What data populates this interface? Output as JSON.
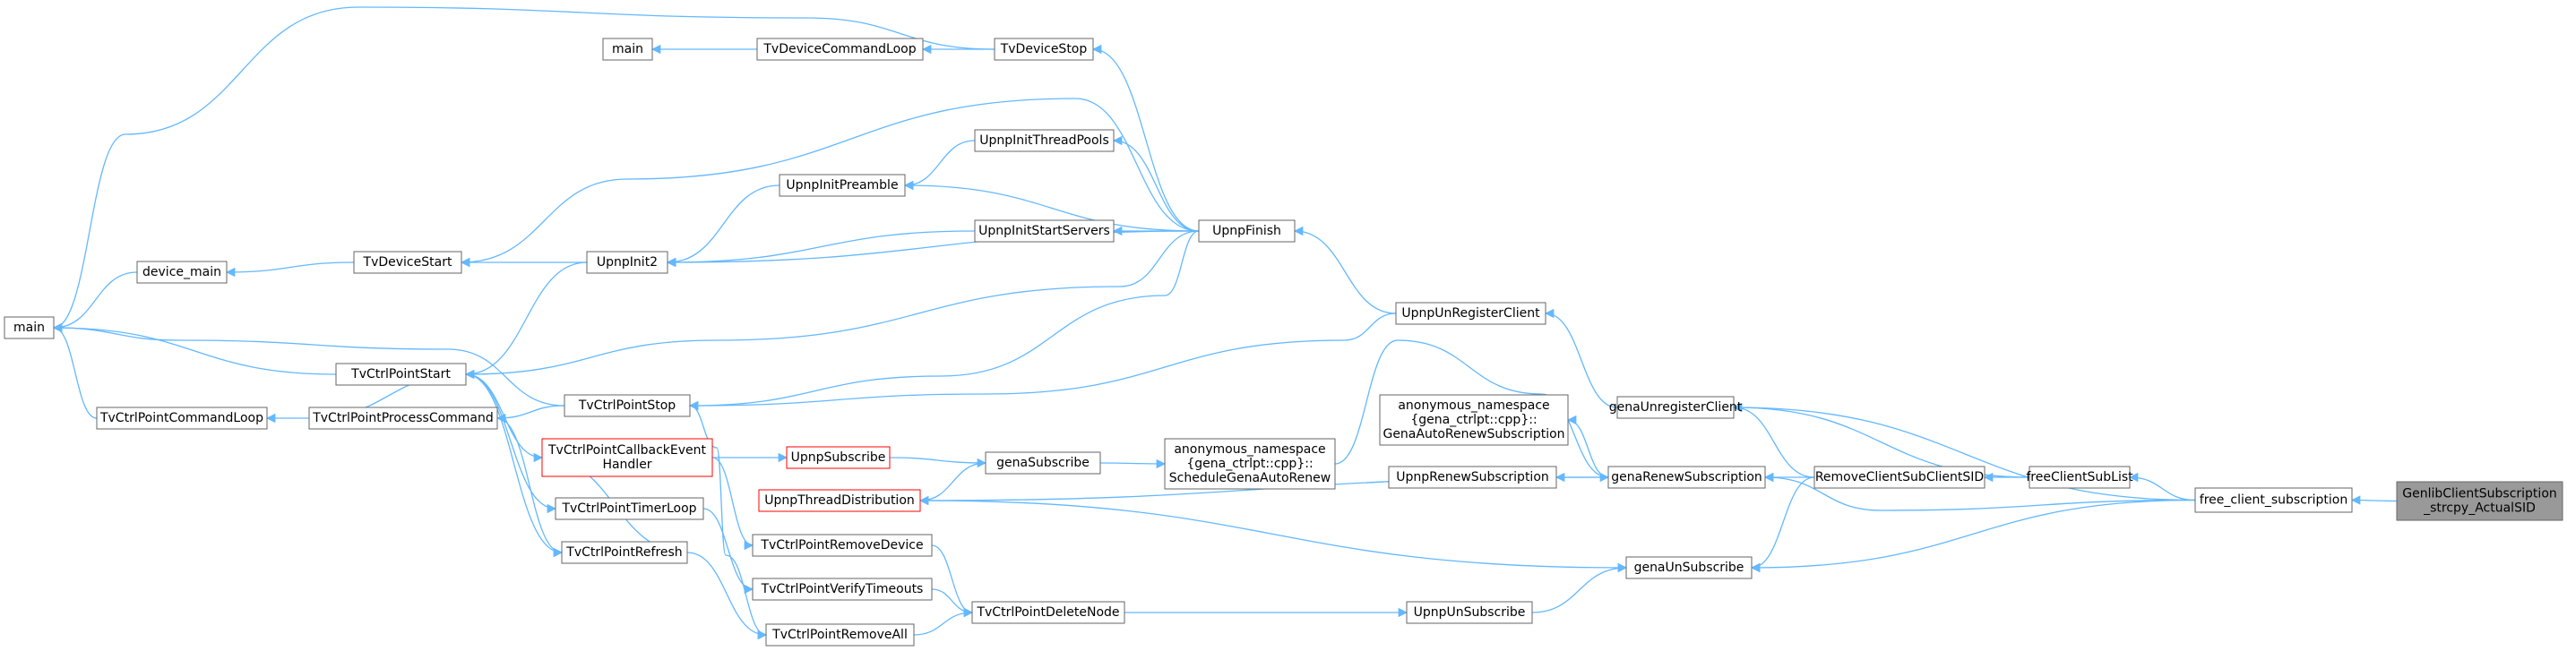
{
  "graph": {
    "type": "call-graph",
    "direction": "right-to-left",
    "colors": {
      "edge": "#63b8ff",
      "node_border": "#666666",
      "node_fill": "#ffffff",
      "highlight_border": "#ff0000",
      "root_fill": "#999999",
      "text": "#000000"
    },
    "nodes": [
      {
        "id": "root",
        "lines": [
          "GenlibClientSubscription",
          "_strcpy_ActualSID"
        ],
        "style": "root"
      },
      {
        "id": "free_client_subscription",
        "lines": [
          "free_client_subscription"
        ]
      },
      {
        "id": "freeClientSubList",
        "lines": [
          "freeClientSubList"
        ]
      },
      {
        "id": "RemoveClientSubClientSID",
        "lines": [
          "RemoveClientSubClientSID"
        ]
      },
      {
        "id": "genaUnregisterClient",
        "lines": [
          "genaUnregisterClient"
        ]
      },
      {
        "id": "genaRenewSubscription",
        "lines": [
          "genaRenewSubscription"
        ]
      },
      {
        "id": "genaUnSubscribe",
        "lines": [
          "genaUnSubscribe"
        ]
      },
      {
        "id": "UpnpUnRegisterClient",
        "lines": [
          "UpnpUnRegisterClient"
        ]
      },
      {
        "id": "UpnpFinish",
        "lines": [
          "UpnpFinish"
        ]
      },
      {
        "id": "TvDeviceStop",
        "lines": [
          "TvDeviceStop"
        ]
      },
      {
        "id": "TvDeviceCommandLoop",
        "lines": [
          "TvDeviceCommandLoop"
        ]
      },
      {
        "id": "main_top",
        "lines": [
          "main"
        ]
      },
      {
        "id": "UpnpInitThreadPools",
        "lines": [
          "UpnpInitThreadPools"
        ]
      },
      {
        "id": "UpnpInitPreamble",
        "lines": [
          "UpnpInitPreamble"
        ]
      },
      {
        "id": "UpnpInitStartServers",
        "lines": [
          "UpnpInitStartServers"
        ]
      },
      {
        "id": "UpnpInit2",
        "lines": [
          "UpnpInit2"
        ]
      },
      {
        "id": "TvDeviceStart",
        "lines": [
          "TvDeviceStart"
        ]
      },
      {
        "id": "device_main",
        "lines": [
          "device_main"
        ]
      },
      {
        "id": "main_left",
        "lines": [
          "main"
        ]
      },
      {
        "id": "TvCtrlPointStart",
        "lines": [
          "TvCtrlPointStart"
        ]
      },
      {
        "id": "TvCtrlPointStop",
        "lines": [
          "TvCtrlPointStop"
        ]
      },
      {
        "id": "TvCtrlPointProcessCommand",
        "lines": [
          "TvCtrlPointProcessCommand"
        ]
      },
      {
        "id": "TvCtrlPointCommandLoop",
        "lines": [
          "TvCtrlPointCommandLoop"
        ]
      },
      {
        "id": "ScheduleGenaAutoRenew",
        "lines": [
          "anonymous_namespace",
          "{gena_ctrlpt::cpp}::",
          "ScheduleGenaAutoRenew"
        ]
      },
      {
        "id": "GenaAutoRenewSubscription",
        "lines": [
          "anonymous_namespace",
          "{gena_ctrlpt::cpp}::",
          "GenaAutoRenewSubscription"
        ]
      },
      {
        "id": "UpnpRenewSubscription",
        "lines": [
          "UpnpRenewSubscription"
        ]
      },
      {
        "id": "genaSubscribe",
        "lines": [
          "genaSubscribe"
        ]
      },
      {
        "id": "UpnpSubscribe",
        "lines": [
          "UpnpSubscribe"
        ],
        "style": "highlight"
      },
      {
        "id": "TvCtrlPointCallbackEventHandler",
        "lines": [
          "TvCtrlPointCallbackEvent",
          "Handler"
        ],
        "style": "highlight"
      },
      {
        "id": "UpnpThreadDistribution",
        "lines": [
          "UpnpThreadDistribution"
        ],
        "style": "highlight"
      },
      {
        "id": "TvCtrlPointTimerLoop",
        "lines": [
          "TvCtrlPointTimerLoop"
        ]
      },
      {
        "id": "TvCtrlPointRefresh",
        "lines": [
          "TvCtrlPointRefresh"
        ]
      },
      {
        "id": "TvCtrlPointRemoveDevice",
        "lines": [
          "TvCtrlPointRemoveDevice"
        ]
      },
      {
        "id": "TvCtrlPointVerifyTimeouts",
        "lines": [
          "TvCtrlPointVerifyTimeouts"
        ]
      },
      {
        "id": "TvCtrlPointDeleteNode",
        "lines": [
          "TvCtrlPointDeleteNode"
        ]
      },
      {
        "id": "TvCtrlPointRemoveAll",
        "lines": [
          "TvCtrlPointRemoveAll"
        ]
      },
      {
        "id": "UpnpUnSubscribe",
        "lines": [
          "UpnpUnSubscribe"
        ]
      }
    ],
    "edges": [
      {
        "from": "free_client_subscription",
        "to": "root"
      },
      {
        "from": "freeClientSubList",
        "to": "free_client_subscription"
      },
      {
        "from": "genaUnregisterClient",
        "to": "free_client_subscription"
      },
      {
        "from": "genaRenewSubscription",
        "to": "free_client_subscription"
      },
      {
        "from": "genaUnSubscribe",
        "to": "free_client_subscription"
      },
      {
        "from": "RemoveClientSubClientSID",
        "to": "freeClientSubList"
      },
      {
        "from": "genaUnregisterClient",
        "to": "freeClientSubList"
      },
      {
        "from": "genaUnregisterClient",
        "to": "RemoveClientSubClientSID"
      },
      {
        "from": "genaRenewSubscription",
        "to": "RemoveClientSubClientSID"
      },
      {
        "from": "genaUnSubscribe",
        "to": "RemoveClientSubClientSID"
      },
      {
        "from": "UpnpUnRegisterClient",
        "to": "genaUnregisterClient"
      },
      {
        "from": "UpnpFinish",
        "to": "UpnpUnRegisterClient"
      },
      {
        "from": "TvDeviceStop",
        "to": "UpnpFinish"
      },
      {
        "from": "UpnpInitThreadPools",
        "to": "UpnpFinish"
      },
      {
        "from": "UpnpInitPreamble",
        "to": "UpnpFinish"
      },
      {
        "from": "UpnpInitStartServers",
        "to": "UpnpFinish"
      },
      {
        "from": "UpnpInit2",
        "to": "UpnpFinish"
      },
      {
        "from": "TvDeviceStart",
        "to": "UpnpFinish"
      },
      {
        "from": "TvCtrlPointStart",
        "to": "UpnpFinish"
      },
      {
        "from": "TvCtrlPointStop",
        "to": "UpnpFinish"
      },
      {
        "from": "TvDeviceCommandLoop",
        "to": "TvDeviceStop"
      },
      {
        "from": "main_left",
        "to": "TvDeviceStop"
      },
      {
        "from": "main_top",
        "to": "TvDeviceCommandLoop"
      },
      {
        "from": "UpnpInitPreamble",
        "to": "UpnpInitThreadPools"
      },
      {
        "from": "UpnpInit2",
        "to": "UpnpInitPreamble"
      },
      {
        "from": "UpnpInit2",
        "to": "UpnpInitStartServers"
      },
      {
        "from": "TvDeviceStart",
        "to": "UpnpInit2"
      },
      {
        "from": "TvCtrlPointStart",
        "to": "UpnpInit2"
      },
      {
        "from": "device_main",
        "to": "TvDeviceStart"
      },
      {
        "from": "main_left",
        "to": "device_main"
      },
      {
        "from": "main_left",
        "to": "TvCtrlPointStart"
      },
      {
        "from": "main_left",
        "to": "TvCtrlPointStop"
      },
      {
        "from": "main_left",
        "to": "TvCtrlPointCommandLoop"
      },
      {
        "from": "TvCtrlPointProcessCommand",
        "to": "TvCtrlPointStart"
      },
      {
        "from": "TvCtrlPointProcessCommand",
        "to": "TvCtrlPointStop"
      },
      {
        "from": "TvCtrlPointCommandLoop",
        "to": "TvCtrlPointProcessCommand"
      },
      {
        "from": "TvCtrlPointStop",
        "to": "UpnpUnRegisterClient"
      },
      {
        "from": "genaRenewSubscription",
        "to": "ScheduleGenaAutoRenew"
      },
      {
        "from": "GenaAutoRenewSubscription",
        "to": "genaRenewSubscription"
      },
      {
        "from": "UpnpRenewSubscription",
        "to": "genaRenewSubscription"
      },
      {
        "from": "UpnpThreadDistribution",
        "to": "genaRenewSubscription"
      },
      {
        "from": "ScheduleGenaAutoRenew",
        "to": "genaSubscribe"
      },
      {
        "from": "genaSubscribe",
        "to": "UpnpSubscribe"
      },
      {
        "from": "UpnpThreadDistribution",
        "to": "genaSubscribe"
      },
      {
        "from": "UpnpSubscribe",
        "to": "TvCtrlPointCallbackEventHandler"
      },
      {
        "from": "TvCtrlPointCallbackEventHandler",
        "to": "TvCtrlPointStart"
      },
      {
        "from": "TvCtrlPointRefresh",
        "to": "TvCtrlPointCallbackEventHandler"
      },
      {
        "from": "TvCtrlPointTimerLoop",
        "to": "TvCtrlPointStart"
      },
      {
        "from": "TvCtrlPointRefresh",
        "to": "TvCtrlPointStart"
      },
      {
        "from": "TvCtrlPointRefresh",
        "to": "TvCtrlPointProcessCommand"
      },
      {
        "from": "TvCtrlPointRemoveAll",
        "to": "TvCtrlPointRefresh"
      },
      {
        "from": "TvCtrlPointRemoveAll",
        "to": "TvCtrlPointStop"
      },
      {
        "from": "TvCtrlPointRemoveDevice",
        "to": "TvCtrlPointCallbackEventHandler"
      },
      {
        "from": "TvCtrlPointVerifyTimeouts",
        "to": "TvCtrlPointTimerLoop"
      },
      {
        "from": "TvCtrlPointDeleteNode",
        "to": "TvCtrlPointRemoveDevice"
      },
      {
        "from": "TvCtrlPointDeleteNode",
        "to": "TvCtrlPointVerifyTimeouts"
      },
      {
        "from": "TvCtrlPointDeleteNode",
        "to": "TvCtrlPointRemoveAll"
      },
      {
        "from": "UpnpUnSubscribe",
        "to": "TvCtrlPointDeleteNode"
      },
      {
        "from": "genaUnSubscribe",
        "to": "UpnpUnSubscribe"
      },
      {
        "from": "genaUnSubscribe",
        "to": "UpnpThreadDistribution"
      }
    ]
  }
}
